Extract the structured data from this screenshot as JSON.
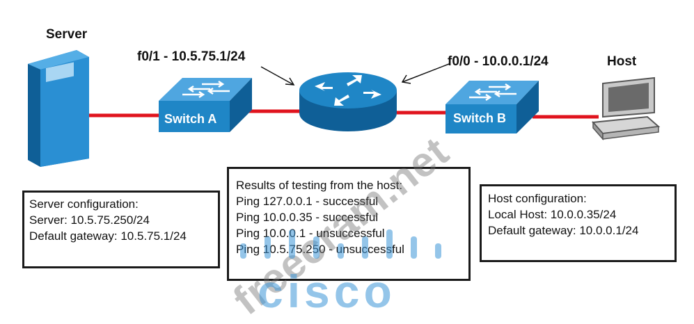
{
  "labels": {
    "server": "Server",
    "host": "Host",
    "router_f01": "f0/1 - 10.5.75.1/24",
    "router_f00": "f0/0 - 10.0.0.1/24",
    "switch_a": "Switch A",
    "switch_b": "Switch B"
  },
  "server_config": {
    "lines": [
      "Server configuration:",
      "Server: 10.5.75.250/24",
      "Default gateway: 10.5.75.1/24"
    ]
  },
  "results": {
    "lines": [
      "Results of testing from the host:",
      "Ping 127.0.0.1 - successful",
      "Ping 10.0.0.35 - successful",
      "Ping 10.0.0.1 - unsuccessful",
      "Ping 10.5.75.250 - unsuccessful"
    ]
  },
  "host_config": {
    "lines": [
      "Host configuration:",
      "Local Host: 10.0.0.35/24",
      "Default gateway: 10.0.0.1/24"
    ]
  },
  "watermark": {
    "site": "freecram.net",
    "brand": "cisco"
  },
  "colors": {
    "link": "#e0141e",
    "device_blue": "#1f86c6",
    "device_dark": "#0f5f97"
  }
}
